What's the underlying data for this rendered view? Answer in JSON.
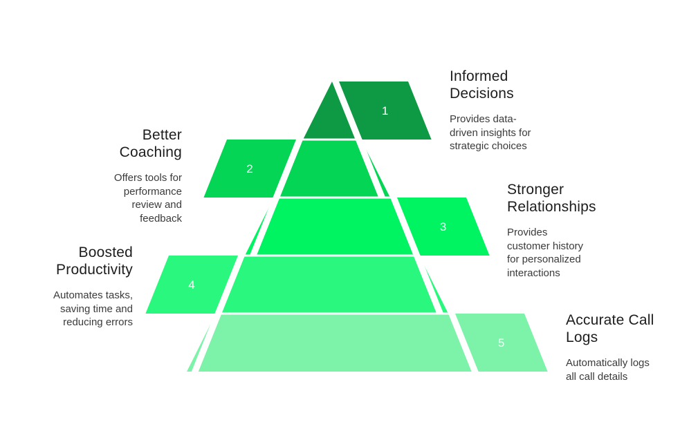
{
  "background_color": "#ffffff",
  "gap_color": "#ffffff",
  "number_text_color": "#ffffff",
  "title_text_color": "#1d1d1d",
  "description_text_color": "#3a3a3a",
  "pyramid": {
    "levels": [
      {
        "number": "1",
        "title": "Informed Decisions",
        "description": "Provides data-driven insights for strategic choices",
        "color": "#0e9a44",
        "side": "right"
      },
      {
        "number": "2",
        "title": "Better Coaching",
        "description": "Offers tools for performance review and feedback",
        "color": "#05d554",
        "side": "left"
      },
      {
        "number": "3",
        "title": "Stronger Relationships",
        "description": "Provides customer history for personalized interactions",
        "color": "#00f361",
        "side": "right"
      },
      {
        "number": "4",
        "title": "Boosted Productivity",
        "description": "Automates tasks, saving time and reducing errors",
        "color": "#2af77d",
        "side": "left"
      },
      {
        "number": "5",
        "title": "Accurate Call Logs",
        "description": "Automatically logs all call details",
        "color": "#7df2a9",
        "side": "right"
      }
    ]
  }
}
